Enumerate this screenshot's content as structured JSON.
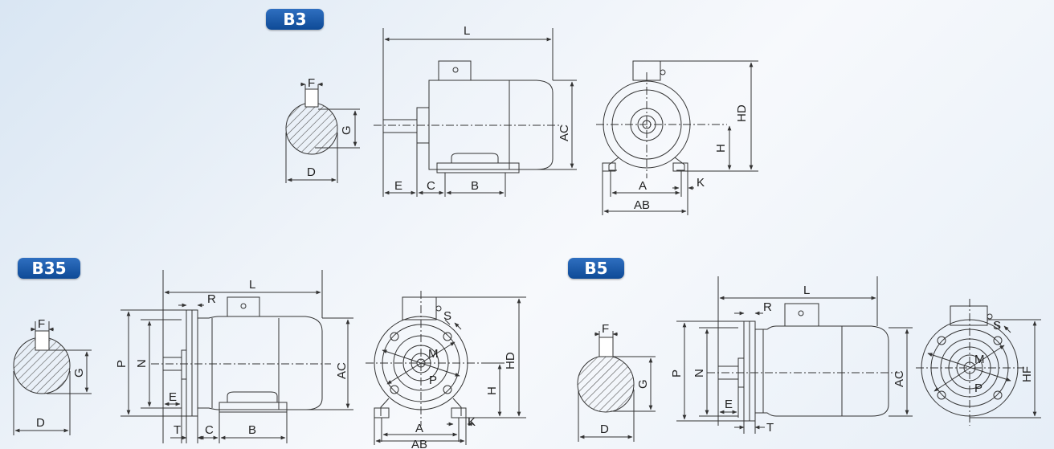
{
  "badges": {
    "b3": "B3",
    "b35": "B35",
    "b5": "B5"
  },
  "colors": {
    "badge": "#0e4a96",
    "line": "#333333",
    "hatch": "#555555"
  },
  "b3": {
    "shaft": {
      "F": "F",
      "G": "G",
      "D": "D"
    },
    "side": {
      "L": "L",
      "AC": "AC",
      "E": "E",
      "C": "C",
      "B": "B"
    },
    "front": {
      "HD": "HD",
      "H": "H",
      "K": "K",
      "A": "A",
      "AB": "AB"
    }
  },
  "b35": {
    "shaft": {
      "F": "F",
      "G": "G",
      "D": "D"
    },
    "side": {
      "L": "L",
      "R": "R",
      "P": "P",
      "N": "N",
      "E": "E",
      "AC": "AC",
      "T": "T",
      "C": "C",
      "B": "B"
    },
    "front": {
      "S": "S",
      "M": "M",
      "P": "P",
      "HD": "HD",
      "H": "H",
      "K": "K",
      "A": "A",
      "AB": "AB"
    }
  },
  "b5": {
    "shaft": {
      "F": "F",
      "G": "G",
      "D": "D"
    },
    "side": {
      "L": "L",
      "R": "R",
      "P": "P",
      "N": "N",
      "E": "E",
      "AC": "AC",
      "T": "T"
    },
    "front": {
      "S": "S",
      "M": "M",
      "P": "P",
      "HF": "HF"
    }
  }
}
